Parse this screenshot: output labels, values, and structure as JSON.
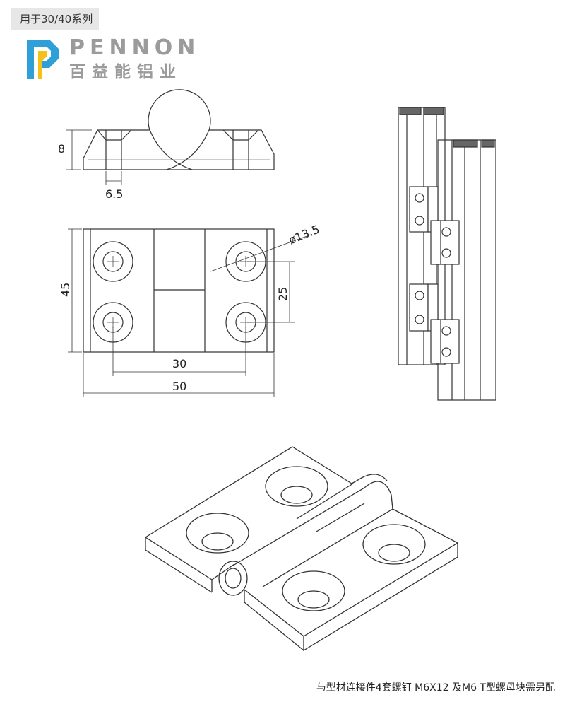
{
  "header": {
    "series_tag": "用于30/40系列",
    "brand_name": "PENNON",
    "brand_cn": "百益能铝业"
  },
  "dimensions": {
    "height": "8",
    "countersink_offset": "6.5",
    "hole_diameter": "ø13.5",
    "width_total": "45",
    "hole_spacing_vertical": "25",
    "hole_spacing_horizontal": "30",
    "length_total": "50"
  },
  "footer": {
    "note": "与型材连接件4套螺钉 M6X12 及M6 T型螺母块需另配"
  },
  "colors": {
    "logo_blue": "#2f9fd8",
    "logo_yellow": "#f2c21a",
    "tag_bg": "#e7e7e7",
    "line": "#333333"
  }
}
